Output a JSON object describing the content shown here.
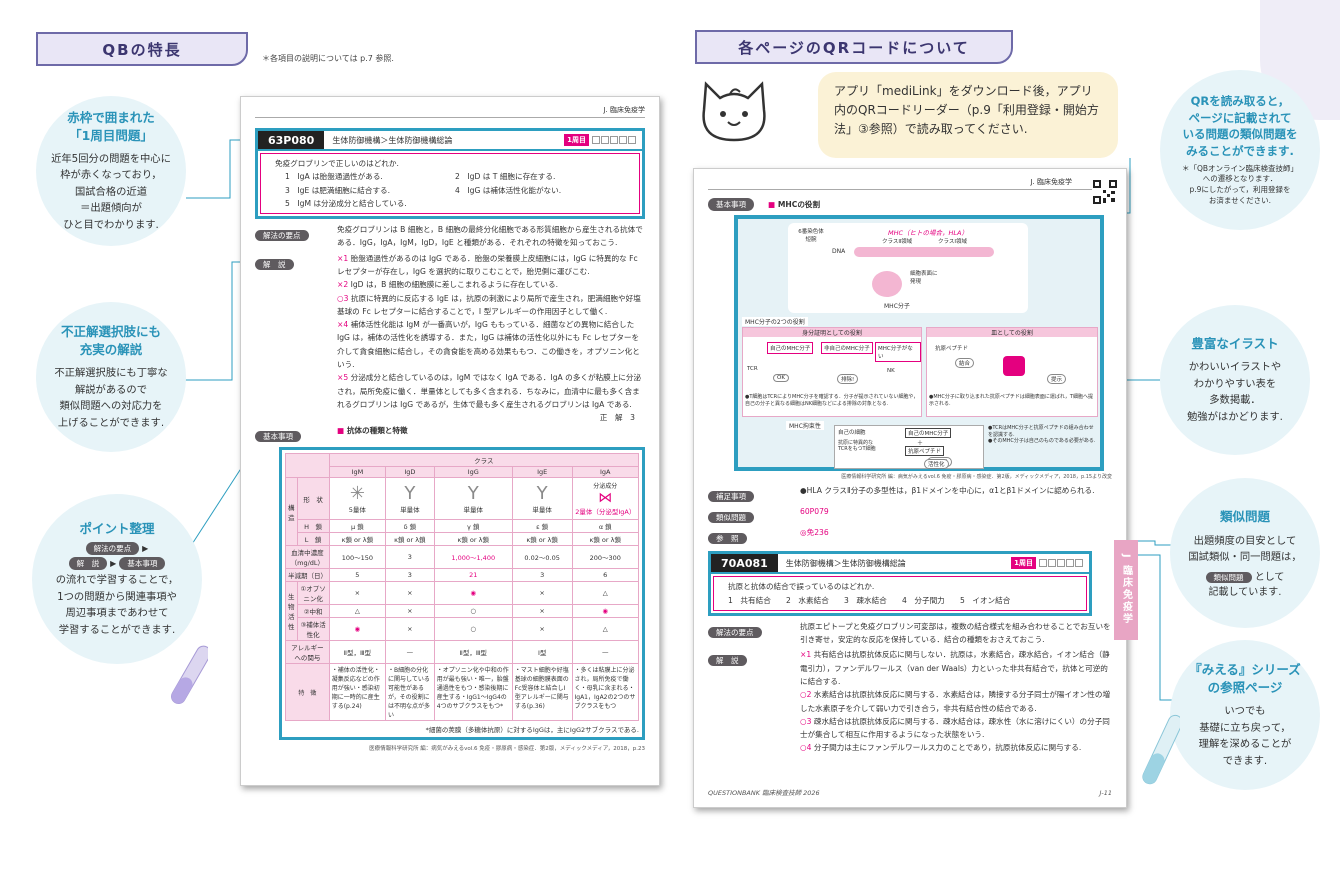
{
  "left": {
    "tab_title": "QBの特長",
    "note": "＊各項目の説明については p.7 参照.",
    "bubbles": [
      {
        "title": "赤枠で囲まれた\n「1周目問題」",
        "body": "近年5回分の問題を中心に\n枠が赤くなっており，\n国試合格の近道\n＝出題傾向が\nひと目でわかります."
      },
      {
        "title": "不正解選択肢にも\n充実の解説",
        "body": "不正解選択肢にも丁寧な\n解説があるので\n類似問題への対応力を\n上げることができます."
      },
      {
        "title": "ポイント整理",
        "tag1": "解法の要点",
        "tag2": "解　説",
        "tag3": "基本事項",
        "body": "の流れで学習することで，\n1つの問題から関連事項や\n周辺事項まであわせて\n学習することができます."
      }
    ],
    "page": {
      "header_right": "J. 臨床免疫学",
      "qnum": "63P080",
      "category": "生体防御機構＞生体防御機構総論",
      "badge": "1周目",
      "question": "免疫グロブリンで正しいのはどれか.",
      "options": [
        "1　IgA は胎盤通過性がある.",
        "2　IgD は T 細胞に存在する.",
        "3　IgE は肥満細胞に結合する.",
        "4　IgG は補体活性化能がない.",
        "5　IgM は分泌成分と結合している."
      ],
      "label_point": "解法の要点",
      "point_text": "免疫グロブリンは B 細胞と，B 細胞の最終分化細胞である形質細胞から産生される抗体である．IgG，IgA，IgM，IgD，IgE と種類がある．それぞれの特徴を知っておこう.",
      "label_expl": "解　説",
      "expl": [
        {
          "mark": "×1",
          "text": "胎盤通過性があるのは IgG である．胎盤の栄養膜上皮細胞には，IgG に特異的な Fc レセプターが存在し，IgG を選択的に取りこむことで，胎児側に運びこむ."
        },
        {
          "mark": "×2",
          "text": "IgD は，B 細胞の細胞膜に差しこまれるように存在している."
        },
        {
          "mark": "○3",
          "text": "抗原に特異的に反応する IgE は，抗原の刺激により局所で産生され，肥満細胞や好塩基球の Fc レセプターに結合することで，I 型アレルギーの作用因子として働く."
        },
        {
          "mark": "×4",
          "text": "補体活性化能は IgM が一番高いが，IgG ももっている．細菌などの異物に結合した IgG は，補体の活性化を誘導する．また，IgG は補体の活性化以外にも Fc レセプターを介して貪食細胞に結合し，その貪食能を高める効果ももつ．この働きを，オプソニン化という."
        },
        {
          "mark": "×5",
          "text": "分泌成分と結合しているのは，IgM ではなく IgA である．IgA の多くが粘膜上に分泌され，局所免疫に働く．単量体としても多く含まれる．ちなみに，血清中に最も多く含まれるグロブリンは IgG であるが，生体で最も多く産生されるグロブリンは IgA である."
        }
      ],
      "answer": "正　解　3",
      "label_basic": "基本事項",
      "table_title": "抗体の種類と特徴",
      "table": {
        "class_label": "クラス",
        "cols": [
          "IgM",
          "IgD",
          "IgG",
          "IgE",
          "IgA"
        ],
        "sub_extra": "分泌成分",
        "structure_label": "構造",
        "rows": [
          {
            "h": "形　状",
            "v": [
              "5量体",
              "単量体",
              "単量体",
              "単量体",
              "2量体（分泌型IgA）"
            ]
          },
          {
            "h": "H　鎖",
            "v": [
              "μ 鎖",
              "δ 鎖",
              "γ 鎖",
              "ε 鎖",
              "α 鎖"
            ]
          },
          {
            "h": "L　鎖",
            "v": [
              "κ鎖 or λ鎖",
              "κ鎖 or λ鎖",
              "κ鎖 or λ鎖",
              "κ鎖 or λ鎖",
              "κ鎖 or λ鎖"
            ]
          },
          {
            "h": "血清中濃度（mg/dL）",
            "v": [
              "100～150",
              "3",
              "1,000～1,400",
              "0.02～0.05",
              "200～300"
            ]
          },
          {
            "h": "半減期（日）",
            "v": [
              "5",
              "3",
              "21",
              "3",
              "6"
            ]
          },
          {
            "h": "①オプソニン化",
            "v": [
              "×",
              "×",
              "◉",
              "×",
              "△"
            ]
          },
          {
            "h": "②中和",
            "v": [
              "△",
              "×",
              "○",
              "×",
              "◉"
            ]
          },
          {
            "h": "③補体活性化",
            "v": [
              "◉",
              "×",
              "○",
              "×",
              "△"
            ]
          },
          {
            "h": "アレルギーへの関与",
            "v": [
              "Ⅱ型，Ⅲ型",
              "—",
              "Ⅱ型，Ⅲ型",
              "Ⅰ型",
              "—"
            ]
          },
          {
            "h": "特　徴",
            "v": [
              "・補体の活性化・凝集反応などの作用が強い・感染初期に一時的に産生する(p.24)",
              "・B細胞の分化に関与している可能性があるが，その役割には不明な点が多い",
              "・オプソニン化や中和の作用が最も強い・唯一，胎盤通過性をもつ・感染後期に産生する・IgG1～IgG4の4つのサブクラスをもつ*",
              "・マスト細胞や好塩基球の細胞膜表面のFc受容体と結合しⅠ型アレルギーに関与する(p.36)",
              "・多くは粘膜上に分泌され，局所免疫で働く・母乳に含まれる・IgA1，IgA2の2つのサブクラスをもつ"
            ]
          }
        ],
        "func_label": "生物活性",
        "footnote": "*細菌の莢膜（多糖体抗原）に対するIgGは，主にIgG2サブクラスである.",
        "credit": "医療情報科学研究所 編：病気がみえるvol.6 免疫・膠原病・感染症．第2版，メディックメディア，2018，p.23"
      }
    }
  },
  "right": {
    "tab_title": "各ページのQRコードについて",
    "speech": "アプリ「mediLink」をダウンロード後，アプリ内のQRコードリーダー（p.9「利用登録・開始方法」③参照）で読み取ってください.",
    "bubbles": [
      {
        "title": "QRを読み取ると，\nページに記載されて\nいる問題の類似問題を\nみることができます.",
        "body": "＊「QBオンライン臨床検査技師」\nへの遷移となります．\np.9にしたがって，利用登録を\nお済ませください."
      },
      {
        "title": "豊富なイラスト",
        "body": "かわいいイラストや\nわかりやすい表を\n多数掲載．\n勉強がはかどります."
      },
      {
        "title": "類似問題",
        "body": "出題頻度の目安として\n国試類似・同一問題は，",
        "tag": "類似問題",
        "body2": "として\n記載しています."
      },
      {
        "title": "『みえる』シリーズ\nの参照ページ",
        "body": "いつでも\n基礎に立ち戻って，\n理解を深めることが\nできます."
      }
    ],
    "page": {
      "header_right": "J. 臨床免疫学",
      "label_basic": "基本事項",
      "mhc_title": "MHCの役割",
      "diagram": {
        "gene_label": "6番染色体短腕",
        "hla_title": "MHC（ヒトの場合，HLA）",
        "class2": "クラスⅡ領域",
        "class1": "クラスⅠ領域",
        "dna": "DNA",
        "surface": "細胞表面に発現",
        "mhc": "MHC分子",
        "two_roles": "MHC分子の2つの役割",
        "self_title": "身分証明としての役割",
        "self_mhc": "自己のMHC分子",
        "nonself_mhc": "非自己のMHC分子",
        "no_mhc": "MHC分子がない",
        "ok": "OK",
        "exclude": "排除!",
        "tcr": "TCR",
        "nk": "NK",
        "self_note": "●T細胞はTCRによりMHC分子を確認する．分子が提示されていない細胞や，自己の分子と異なる細胞はNK細胞などによる排除の対象となる.",
        "plate_title": "皿としての役割",
        "antigen_peptide": "抗原ペプチド",
        "bind": "結合",
        "present": "提示",
        "plate_note": "●MHC分子に取り込まれた抗原ペプチドは細胞表面に運ばれ，T細胞へ提示される.",
        "restrict": "MHC拘束性",
        "self_cell": "自己の細胞",
        "self_mhc2": "自己のMHC分子",
        "plus": "＋",
        "peptide": "抗原ペプチド",
        "specific_tcr": "抗原に特異的なTCRをもつT細胞",
        "recognize": "認　識",
        "activate": "活性化",
        "restrict_note": "●TCRはMHC分子と抗原ペプチドの組み合わせを認識する.\n●そのMHC分子は自己のものである必要がある.",
        "credit": "医療情報科学研究所 編：病気がみえるvol.6 免疫・膠原病・感染症．第2版，メディックメディア，2018，p.15より改変"
      },
      "label_supp": "補足事項",
      "supp_text": "●HLA クラスⅡ分子の多型性は，β1ドメインを中心に，α1とβ1ドメインに認められる.",
      "label_similar": "類似問題",
      "similar_val": "60P079",
      "label_ref": "参　照",
      "ref_val": "◎免236",
      "side_tab": "J 臨床免疫学",
      "qnum": "70A081",
      "category": "生体防御機構＞生体防御機構総論",
      "badge": "1周目",
      "question": "抗原と抗体の結合で誤っているのはどれか.",
      "options": "1　共有結合　　2　水素結合　　3　疎水結合　　4　分子間力　　5　イオン結合",
      "label_point": "解法の要点",
      "point_text": "抗原エピトープと免疫グロブリン可変部は，複数の結合様式を組み合わせることでお互いを引き寄せ，安定的な反応を保持している．結合の種類をおさえておこう.",
      "label_expl": "解　説",
      "expl": [
        {
          "mark": "×1",
          "text": "共有結合は抗原抗体反応に関与しない．抗原は，水素結合，疎水結合，イオン結合（静電引力），ファンデルワールス（van der Waals）力といった非共有結合で，抗体と可逆的に結合する."
        },
        {
          "mark": "○2",
          "text": "水素結合は抗原抗体反応に関与する．水素結合は，隣接する分子同士が陽イオン性の増した水素原子を介して弱い力で引き合う，非共有結合性の結合である."
        },
        {
          "mark": "○3",
          "text": "疎水結合は抗原抗体反応に関与する．疎水結合は，疎水性（水に溶けにくい）の分子同士が集合して相互に作用するようになった状態をいう."
        },
        {
          "mark": "○4",
          "text": "分子間力は主にファンデルワールス力のことであり，抗原抗体反応に関与する."
        }
      ],
      "footer_left": "QUESTIONBANK 臨床検査技師 2026",
      "footer_right": "J-11"
    }
  },
  "colors": {
    "accent": "#2d9ec0",
    "tab_border": "#6e6aa8",
    "pink": "#e4007f",
    "bubble_bg": "#e7f4f8"
  }
}
